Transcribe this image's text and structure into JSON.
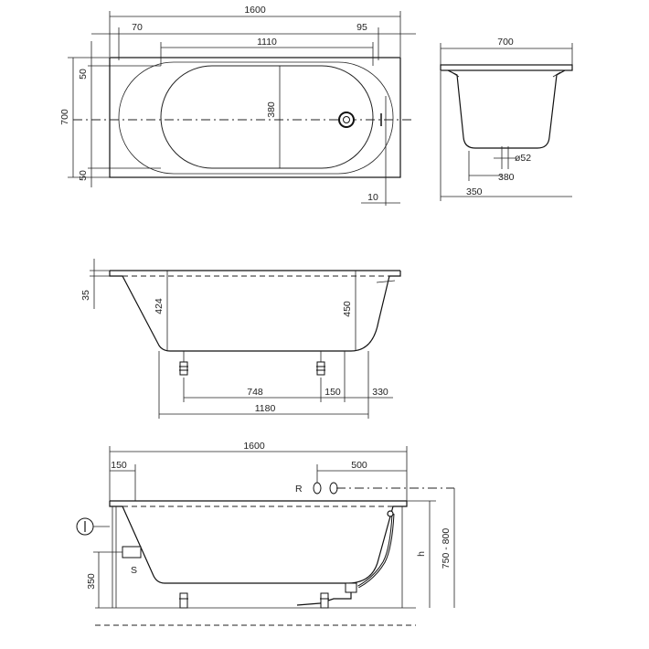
{
  "top_view": {
    "length": "1600",
    "left_rim": "70",
    "inner_length": "1110",
    "right_rim": "95",
    "width": "700",
    "rim_top": "50",
    "inner_width": "380",
    "rim_bottom": "50",
    "offset": "10"
  },
  "end_view": {
    "width": "700",
    "drain_diameter": "ø52",
    "drain_offset": "380",
    "feet_offset": "350"
  },
  "side_view": {
    "rim_height": "35",
    "depth_left": "424",
    "depth_right": "450",
    "leg_spacing": "748",
    "leg_gap": "150",
    "leg_end": "330",
    "leg_total": "1180"
  },
  "install_view": {
    "length": "1600",
    "left_offset": "150",
    "tap_offset": "500",
    "tap_marker_r": "R",
    "marker_s": "S",
    "height_h": "h",
    "height_range": "750 - 800",
    "floor_height": "350"
  }
}
